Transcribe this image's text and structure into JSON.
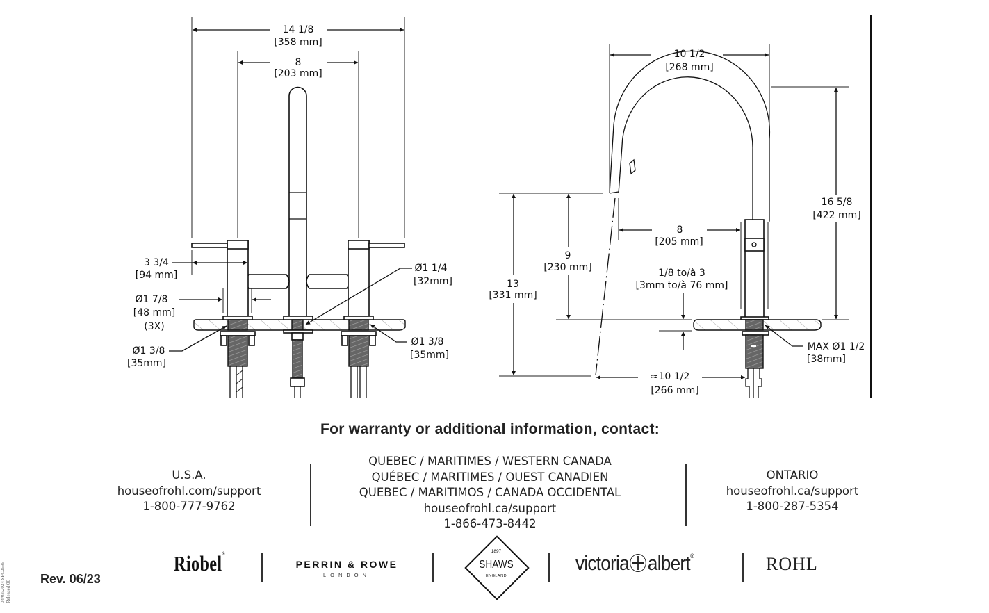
{
  "front_view": {
    "overall_width": {
      "in": "14 1/8",
      "mm": "[358 mm]"
    },
    "center_spacing": {
      "in": "8",
      "mm": "[203 mm]"
    },
    "handle_reach": {
      "in": "3 3/4",
      "mm": "[94 mm]"
    },
    "body_diameter": {
      "in": "Ø1 7/8",
      "mm": "[48 mm]",
      "qty": "(3X)"
    },
    "left_hole": {
      "in": "Ø1 3/8",
      "mm": "[35mm]"
    },
    "spout_hole": {
      "in": "Ø1 1/4",
      "mm": "[32mm]"
    },
    "right_hole": {
      "in": "Ø1 3/8",
      "mm": "[35mm]"
    }
  },
  "side_view": {
    "spout_reach": {
      "in": "10 1/2",
      "mm": "[268 mm]"
    },
    "overall_height": {
      "in": "16 5/8",
      "mm": "[422 mm]"
    },
    "aerator_reach": {
      "in": "8",
      "mm": "[205 mm]"
    },
    "spout_clearance": {
      "in": "9",
      "mm": "[230 mm]"
    },
    "max_clearance": {
      "in": "13",
      "mm": "[331 mm]"
    },
    "deck_thickness": {
      "in": "1/8 to/à 3",
      "mm": "[3mm to/à 76 mm]"
    },
    "max_hole": {
      "in": "MAX Ø1 1/2",
      "mm": "[38mm]"
    },
    "pull_reach": {
      "in": "≈10 1/2",
      "mm": "[266 mm]"
    }
  },
  "contact": {
    "heading": "For warranty or additional information, contact:",
    "usa": {
      "region": "U.S.A.",
      "url": "houseofrohl.com/support",
      "phone": "1-800-777-9762"
    },
    "canada": {
      "region_en": "QUEBEC / MARITIMES / WESTERN CANADA",
      "region_fr": "QUÉBEC / MARITIMES / OUEST CANADIEN",
      "region_es": "QUEBEC / MARITIMOS / CANADA OCCIDENTAL",
      "url": "houseofrohl.ca/support",
      "phone": "1-866-473-8442"
    },
    "ontario": {
      "region": "ONTARIO",
      "url": "houseofrohl.ca/support",
      "phone": "1-800-287-5354"
    }
  },
  "footer": {
    "revision": "Rev. 06/23",
    "side_code_line1": "04/03/2024  SPC2595",
    "side_code_line2": "Released 00",
    "logos": {
      "riobel": "Riobel",
      "perrin_rowe": "PERRIN & ROWE",
      "perrin_rowe_sub": "LONDON",
      "shaws_year": "1897",
      "shaws": "SHAWS",
      "shaws_sub": "ENGLAND",
      "victoria": "victoria",
      "albert": "albert",
      "rohl": "ROHL"
    }
  }
}
